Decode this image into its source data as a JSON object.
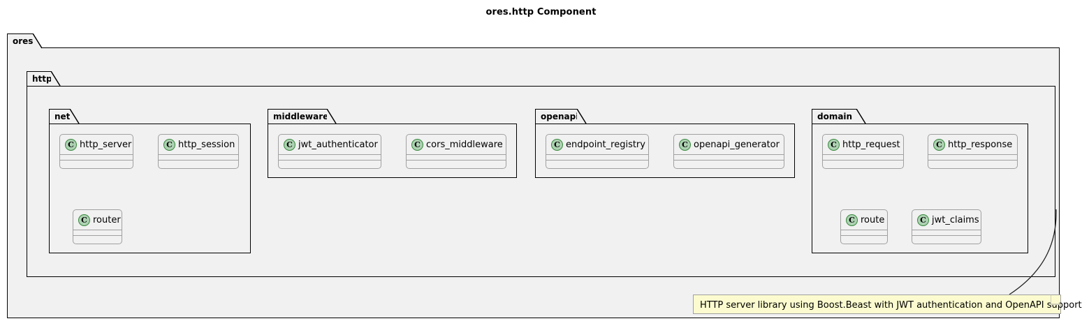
{
  "diagram": {
    "title": "ores.http Component",
    "class_icon_letter": "C",
    "colors": {
      "page_background": "#FFFFFF",
      "package_background": "#F1F1F1",
      "package_border": "#000000",
      "class_background": "#F1F1F1",
      "class_border": "#A0A0A0",
      "class_icon_fill": "#ADD1B2",
      "class_icon_border": "#38883D",
      "note_background": "#FBFBCF",
      "note_border": "#A0A0A0",
      "text": "#000000"
    }
  },
  "packages": {
    "ores": {
      "label": "ores",
      "http": {
        "label": "http",
        "subpackages": [
          {
            "label": "net",
            "classes": [
              {
                "name": "http_server"
              },
              {
                "name": "http_session"
              },
              {
                "name": "router"
              }
            ]
          },
          {
            "label": "middleware",
            "classes": [
              {
                "name": "jwt_authenticator"
              },
              {
                "name": "cors_middleware"
              }
            ]
          },
          {
            "label": "openapi",
            "classes": [
              {
                "name": "endpoint_registry"
              },
              {
                "name": "openapi_generator"
              }
            ]
          },
          {
            "label": "domain",
            "classes": [
              {
                "name": "http_request"
              },
              {
                "name": "http_response"
              },
              {
                "name": "route"
              },
              {
                "name": "jwt_claims"
              }
            ]
          }
        ]
      }
    }
  },
  "note": {
    "text": "HTTP server library using Boost.Beast with JWT authentication and OpenAPI support"
  }
}
